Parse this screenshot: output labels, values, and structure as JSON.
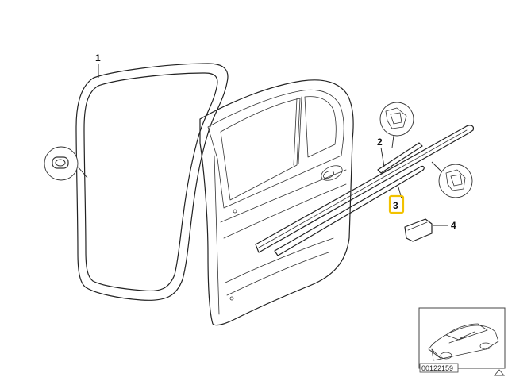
{
  "callouts": {
    "c1": "1",
    "c2": "2",
    "c3": "3",
    "c4": "4"
  },
  "reference_id": "00122159",
  "colors": {
    "line": "#222222",
    "highlight": "#f2c200",
    "background": "#ffffff"
  },
  "icons": {
    "detail_views": "circular-magnifier-icon",
    "corner_mark": "triangle-icon"
  }
}
